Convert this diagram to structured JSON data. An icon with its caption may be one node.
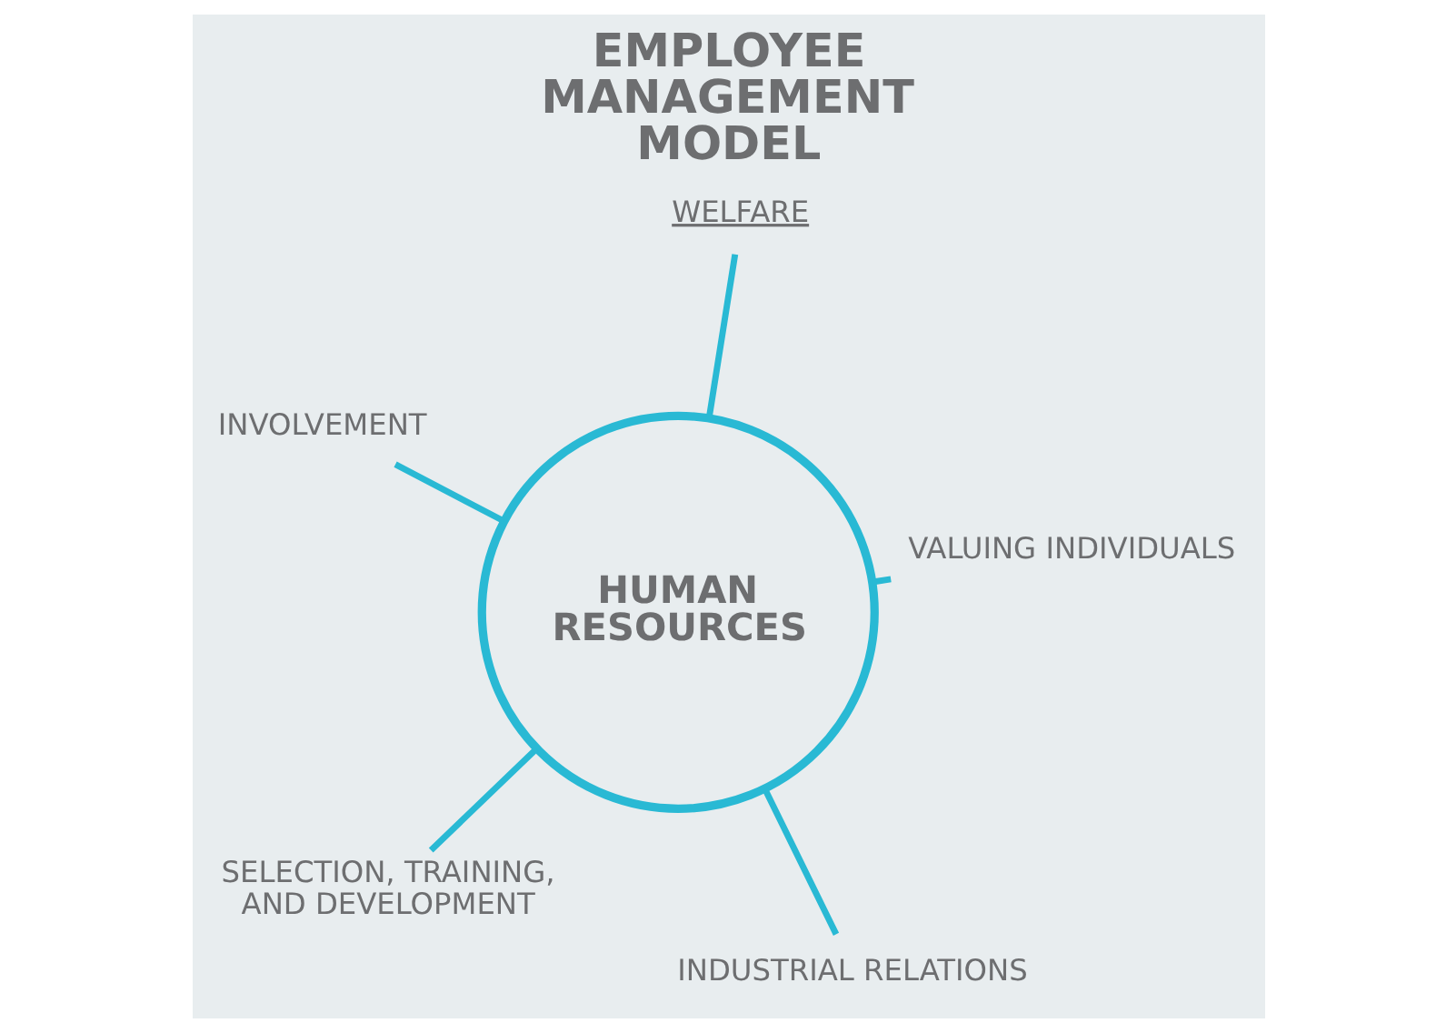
{
  "diagram": {
    "title": "EMPLOYEE MANAGEMENT MODEL",
    "nodes": [
      {
        "text": [
          "SELECTION, TRAINING, AND DEVELOPMENT"
        ]
      },
      {
        "text": [
          "HUMAN RESOURCES"
        ]
      },
      {
        "text": [
          "INDUSTRIAL RELATIONS"
        ]
      },
      {
        "text": [
          "WELFARE"
        ]
      },
      {
        "text": [
          "VALUING INDIVIDUALS"
        ]
      },
      {
        "text": [
          "INVOLVEMENT"
        ]
      }
    ],
    "edges": [
      {
        "from": 1,
        "to": 0,
        "arrow": "none"
      },
      {
        "from": 1,
        "to": 2,
        "arrow": "none"
      },
      {
        "from": 1,
        "to": 3,
        "arrow": "none"
      },
      {
        "from": 1,
        "to": 4,
        "arrow": "none"
      },
      {
        "from": 1,
        "to": 5,
        "arrow": "none"
      }
    ]
  }
}
